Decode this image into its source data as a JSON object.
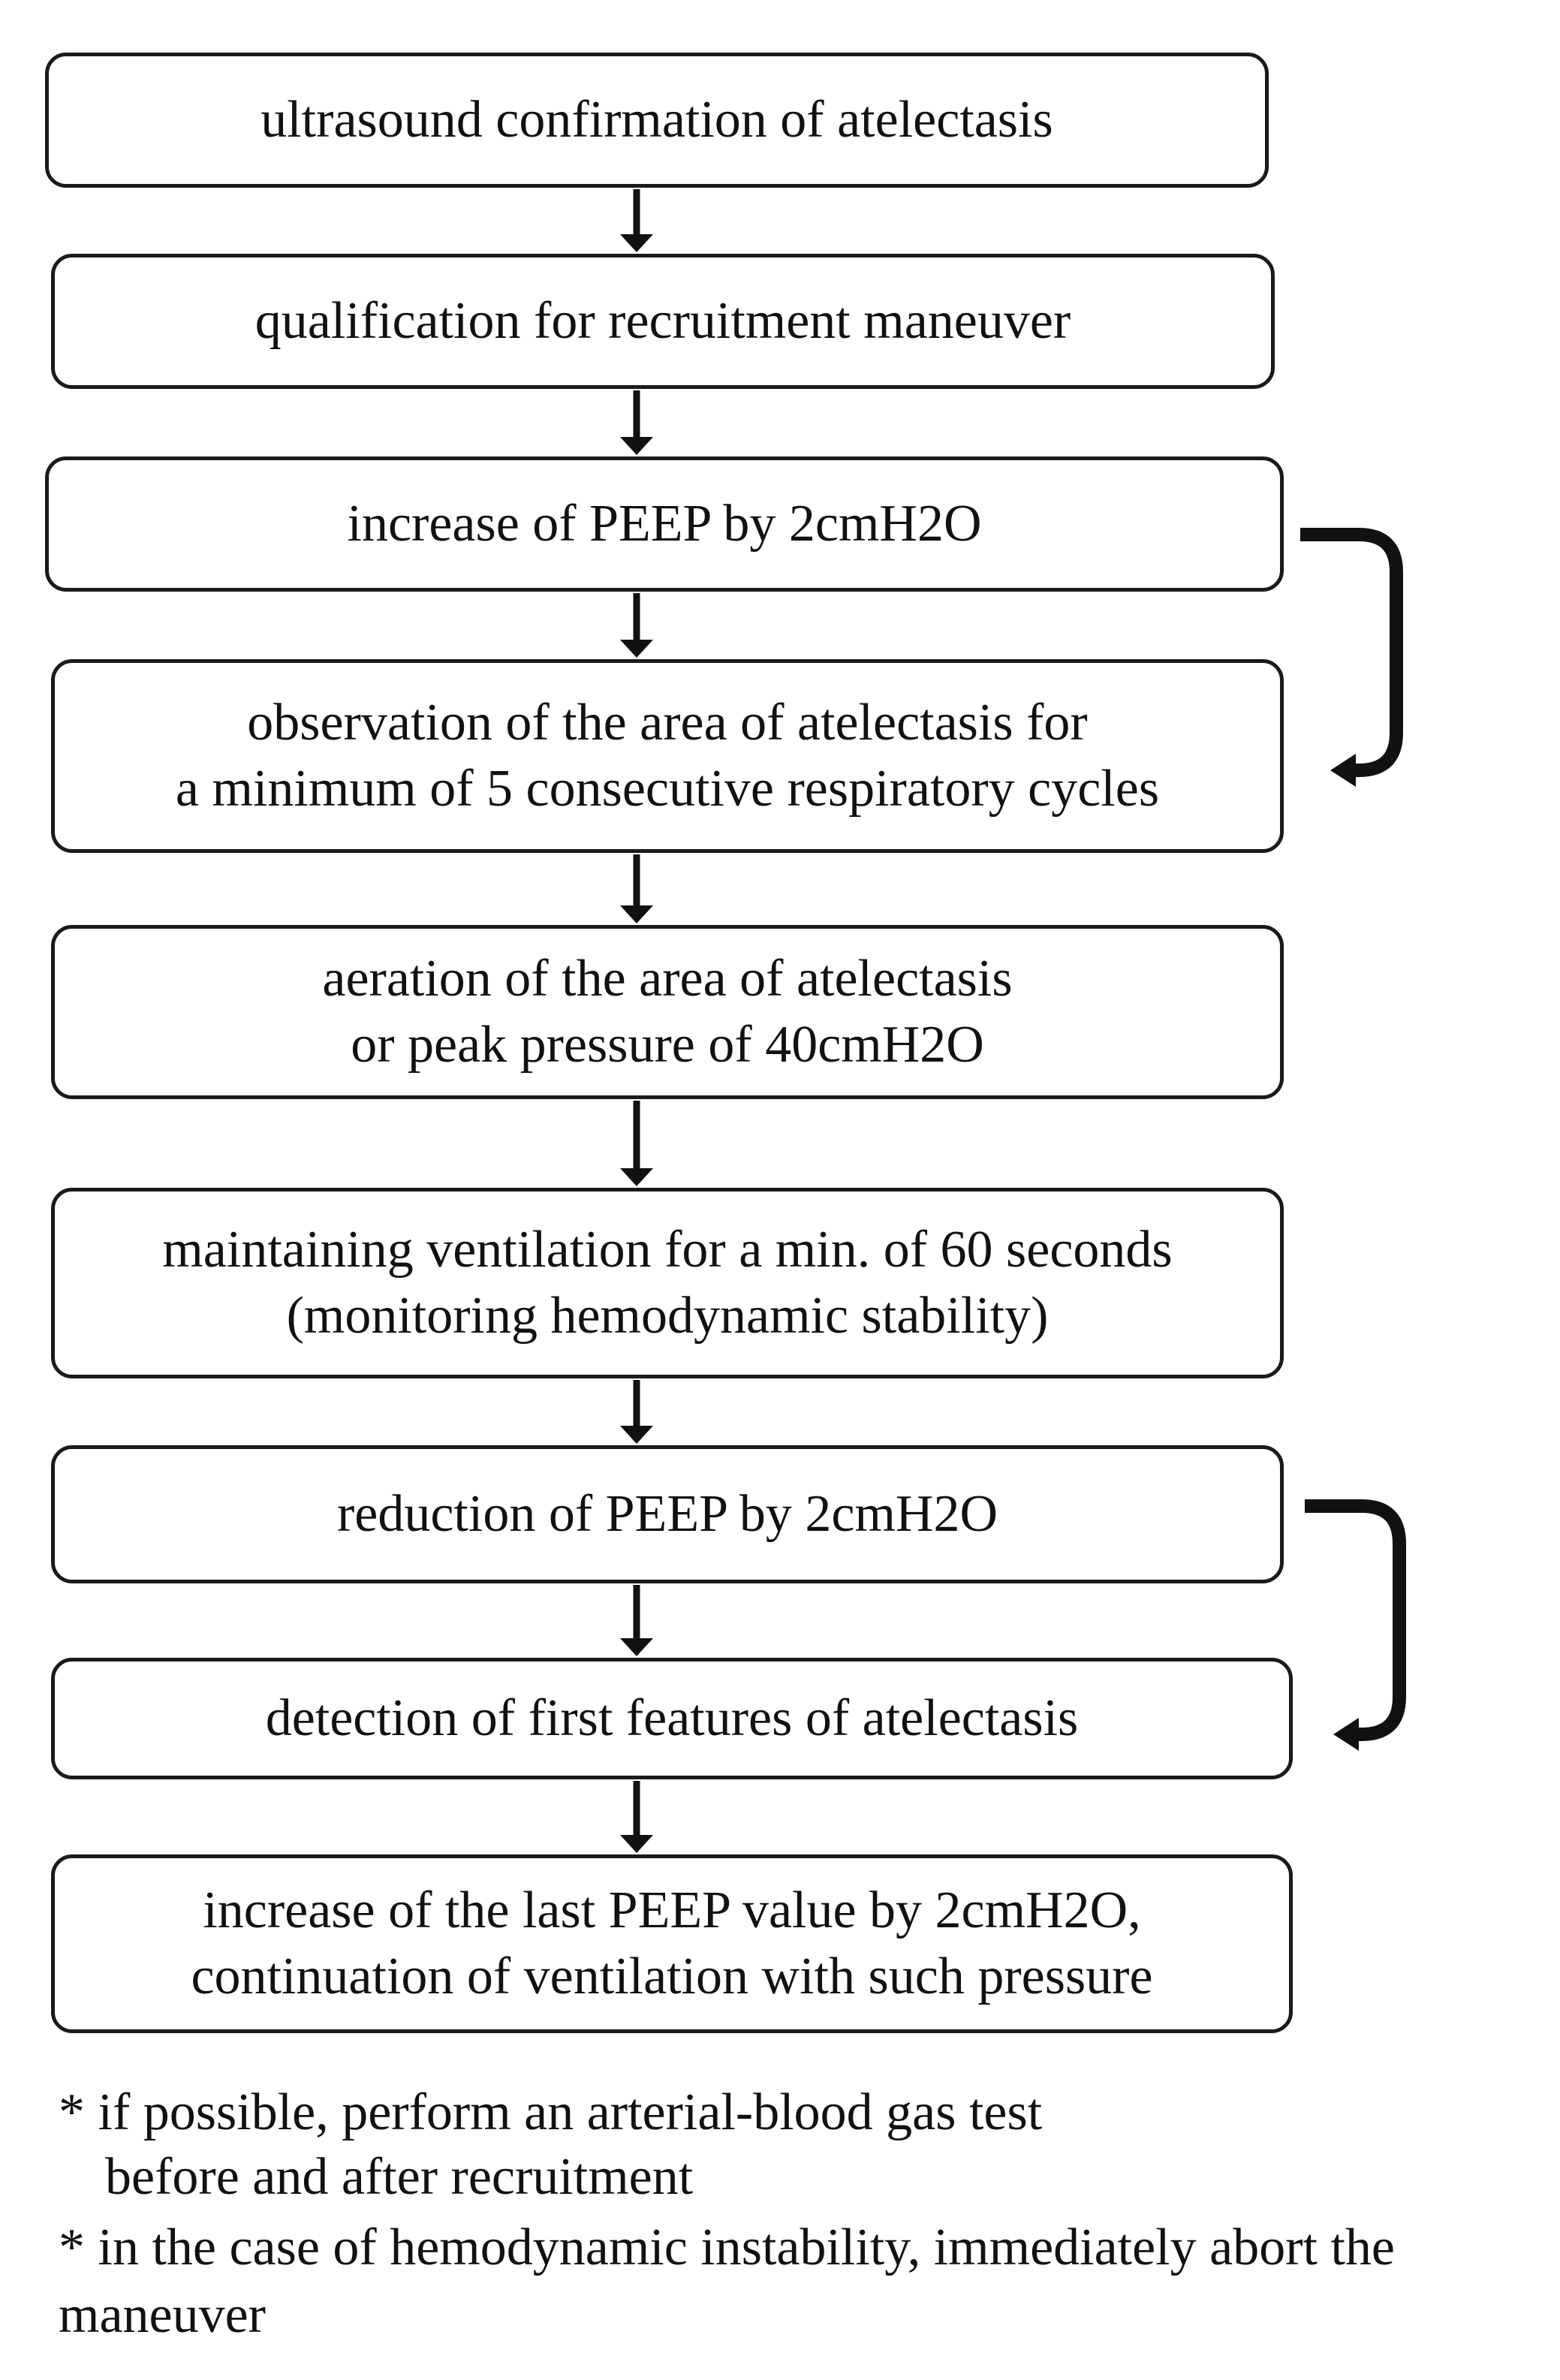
{
  "steps": [
    {
      "lines": [
        "ultrasound confirmation of atelectasis"
      ]
    },
    {
      "lines": [
        "qualification for recruitment maneuver"
      ]
    },
    {
      "lines": [
        "increase of PEEP by 2cmH2O"
      ]
    },
    {
      "lines": [
        "observation of the area of atelectasis for",
        "a minimum of 5 consecutive respiratory cycles"
      ]
    },
    {
      "lines": [
        "aeration of the area of atelectasis",
        "or peak pressure of 40cmH2O"
      ]
    },
    {
      "lines": [
        "maintaining ventilation for a min. of 60 seconds",
        "(monitoring hemodynamic stability)"
      ]
    },
    {
      "lines": [
        "reduction of PEEP by 2cmH2O"
      ]
    },
    {
      "lines": [
        "detection of first features of atelectasis"
      ]
    },
    {
      "lines": [
        "increase of the last PEEP value by 2cmH2O,",
        "continuation of ventilation with such pressure"
      ]
    }
  ],
  "notes": {
    "note1_line1": "* if possible, perform an arterial-blood gas test",
    "note1_line2": "before and after recruitment",
    "note2_line1": "* in the case of hemodynamic instability, immediately abort the",
    "note2_line2": "maneuver"
  }
}
